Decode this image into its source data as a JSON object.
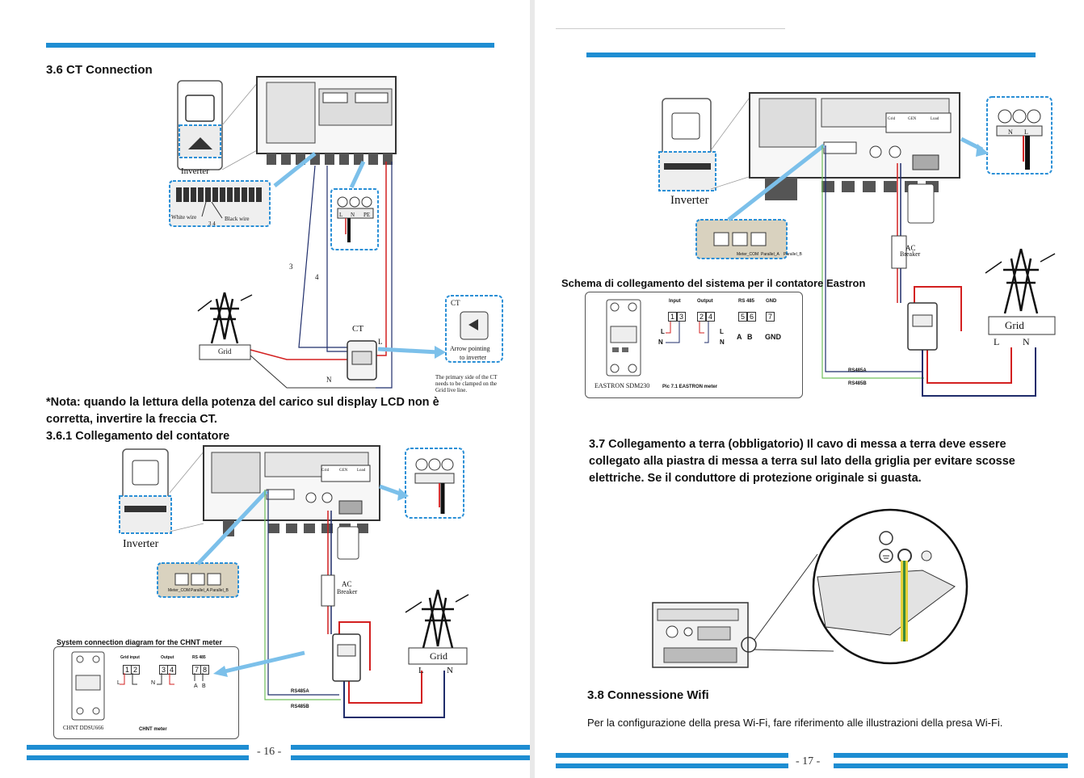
{
  "left_page": {
    "section_title": "3.6 CT Connection",
    "ct_figure": {
      "inverter_label": "Inverter",
      "white_wire": "White wire",
      "black_wire": "Black wire",
      "pins": "3  4",
      "wire_3": "3",
      "wire_4": "4",
      "terminals": [
        "L",
        "N",
        "PE"
      ],
      "ct_label": "CT",
      "ct_live": "L",
      "neutral": "N",
      "grid": "Grid",
      "ct_zoom_label": "CT",
      "arrow_caption": [
        "Arrow pointing",
        "to inverter"
      ],
      "primary_note": [
        "The primary side of the CT",
        "needs to be clamped on the",
        "Grid live line."
      ]
    },
    "note_text": [
      "*Nota: quando la lettura della potenza del carico sul display LCD non è",
      "corretta, invertire la freccia CT."
    ],
    "subsection_title": "3.6.1 Collegamento del contatore",
    "chnt_figure": {
      "inverter_label": "Inverter",
      "ports": [
        "Meter_COM",
        "Parallel_A",
        "Parallel_B"
      ],
      "ac_breaker": [
        "AC",
        "Breaker"
      ],
      "grid": "Grid",
      "L": "L",
      "N": "N",
      "terminal_labels": [
        "Grid",
        "GEN",
        "Load"
      ],
      "rs485a": "RS485A",
      "rs485b": "RS485B",
      "box_title": "System connection diagram for the CHNT meter",
      "col_grid_input": "Grid input",
      "col_output": "Output",
      "col_rs485": "RS 485",
      "nums": [
        "1",
        "2",
        "3",
        "4",
        "7",
        "8"
      ],
      "L_side": "L",
      "N_side": "N",
      "A": "A",
      "B": "B",
      "meter_model": "CHNT  DDSU666",
      "meter_caption": "CHNT meter"
    },
    "page_number": "- 16 -"
  },
  "right_page": {
    "eastron_figure": {
      "inverter_label": "Inverter",
      "ports": [
        "Meter_COM",
        "Parallel_A",
        "Parallel_B"
      ],
      "ac_breaker": [
        "AC",
        "Breaker"
      ],
      "grid": "Grid",
      "L": "L",
      "N": "N",
      "terminal_labels": [
        "Grid",
        "GEN",
        "Load"
      ],
      "rs485a": "RS485A",
      "rs485b": "RS485B",
      "terminals_N_L": [
        "N",
        "L"
      ]
    },
    "schema_title": "Schema di collegamento del sistema per il contatore Eastron",
    "eastron_box": {
      "col_input": "Input",
      "col_output": "Output",
      "col_rs485": "RS 485",
      "col_gnd": "GND",
      "nums": [
        "1",
        "3",
        "2",
        "4",
        "5",
        "6",
        "7"
      ],
      "L_in": "L",
      "N_in": "N",
      "L_out": "L",
      "N_out": "N",
      "A": "A",
      "B": "B",
      "gnd": "GND",
      "meter_model": "EASTRON  SDM230",
      "caption": "Pic 7.1 EASTRON meter"
    },
    "ground_text": [
      "3.7 Collegamento a terra (obbligatorio) Il cavo di messa a terra deve essere",
      "collegato alla piastra di messa a terra sul lato della griglia per evitare scosse",
      "elettriche. Se il conduttore di protezione originale si guasta."
    ],
    "wifi_title": "3.8 Connessione Wifi",
    "wifi_text": "Per la configurazione della presa Wi-Fi, fare riferimento alle illustrazioni della presa Wi-Fi.",
    "page_number": "- 17 -"
  },
  "colors": {
    "accent_blue": "#1e8dd2",
    "callout_blue": "#2a8fd6",
    "wire_red": "#d32020",
    "wire_navy": "#1f2d6b",
    "wire_green": "#6fbf5a",
    "panel_tan": "#d9d2bf"
  }
}
